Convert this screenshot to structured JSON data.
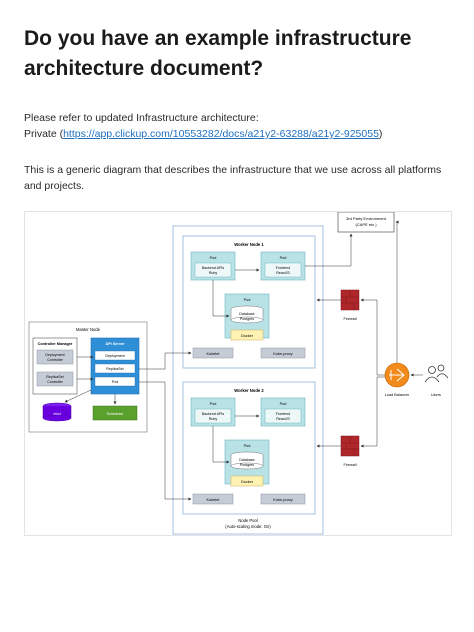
{
  "page": {
    "title": "Do you have an example infrastructure architecture document?",
    "refer_text": "Please refer to updated Infrastructure architecture:",
    "private_prefix": "Private (",
    "link_text": "https://app.clickup.com/10553282/docs/a21y2-63288/a21y2-925055",
    "private_suffix": ")",
    "description": "This is a generic diagram that describes the infrastructure that we use across all platforms and projects."
  },
  "diagram": {
    "third_party": "3rd Party Environment",
    "third_party_sub": "(CAPE etc.)",
    "worker1": "Worker Node 1",
    "worker2": "Worker Node 2",
    "pod": "Pod",
    "backend": "Backend APIs",
    "backend_sub": "Ruby",
    "frontend": "Frontend",
    "frontend_sub": "ReactJS",
    "database": "Database",
    "database_sub": "Postgres",
    "docker": "Docker",
    "kubelet": "Kubelet",
    "kubeproxy": "Kube-proxy",
    "firewall": "Firewall",
    "master": "Master Node",
    "controller_manager": "Controller Manager",
    "deployment_controller_1": "Deployment",
    "deployment_controller_2": "Controller",
    "replicaset_controller_1": "ReplicaSet",
    "replicaset_controller_2": "Controller",
    "api_server": "API Server",
    "deployment": "Deployment",
    "replicaset": "ReplicaSet",
    "pod_item": "Pod",
    "etcd": "etcd",
    "scheduler": "Scheduler",
    "load_balancer": "Load Balancer",
    "users": "Users",
    "node_pool": "Node Pool",
    "node_pool_sub": "(Auto-scaling mode: On)"
  },
  "colors": {
    "link": "#1f6fbf",
    "pod_fill": "#b9e2e6",
    "docker_fill": "#fff2b3",
    "kubelet_fill": "#c5ccd6",
    "api_blue": "#2f8fd6",
    "etcd_purple": "#6a00e0",
    "scheduler_green": "#5aa02c",
    "load_balancer_orange": "#f28a1c",
    "firewall_red": "#b0272b"
  }
}
